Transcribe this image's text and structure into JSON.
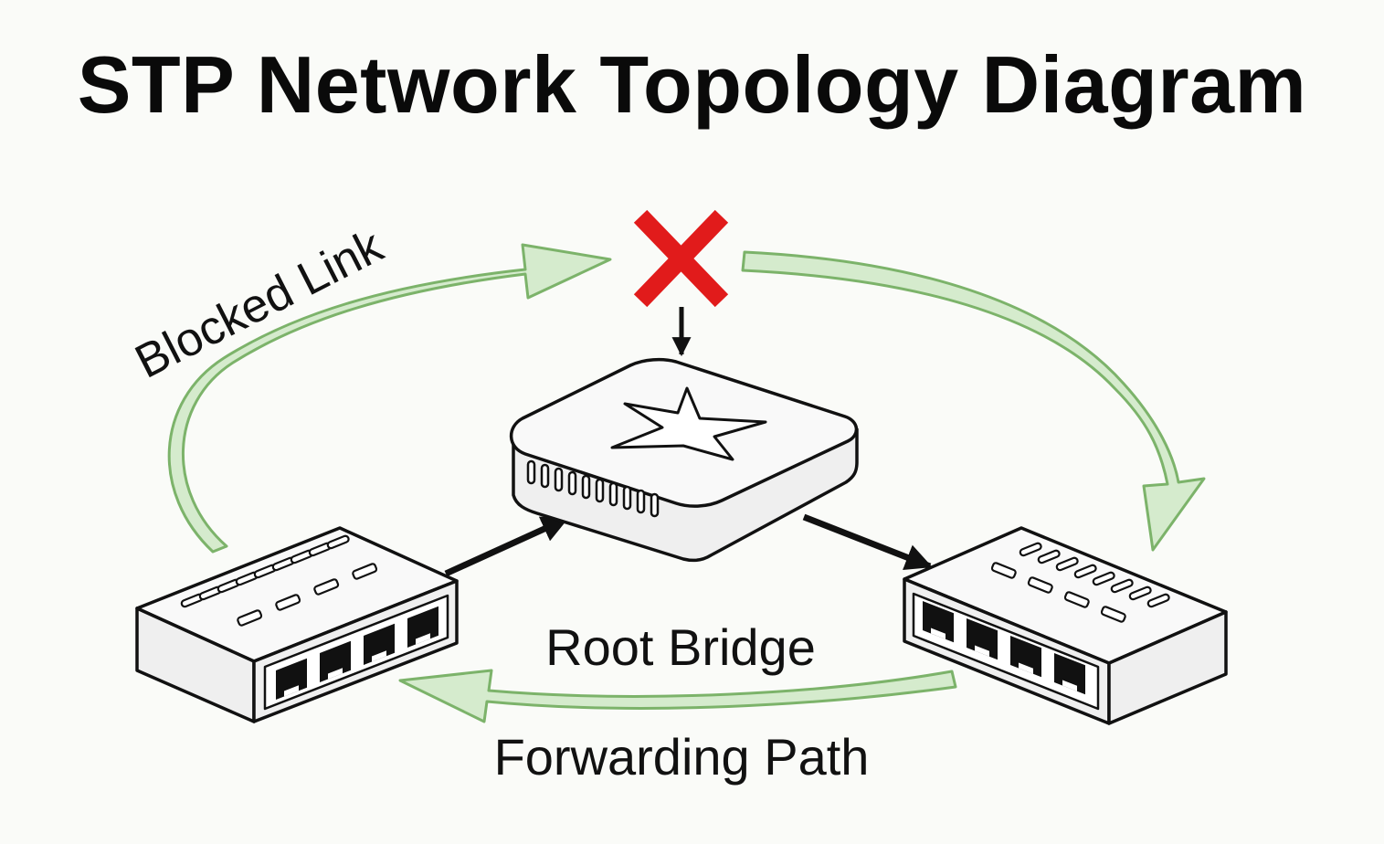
{
  "title": "STP Network Topology Diagram",
  "labels": {
    "blocked_link": "Blocked Link",
    "root_bridge": "Root Bridge",
    "forwarding_path": "Forwarding Path"
  },
  "colors": {
    "path_fill": "#d5ebcd",
    "path_stroke": "#7cb36a",
    "blocked_x": "#e11b1b",
    "device_body": "#efefef",
    "device_top": "#f9f9f9",
    "outline": "#111111"
  },
  "icons": [
    "star-icon",
    "blocked-x-icon",
    "ethernet-port-icon"
  ]
}
